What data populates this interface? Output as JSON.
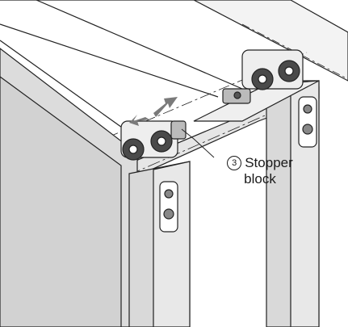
{
  "callout": {
    "number": "3",
    "label_line1": "Stopper",
    "label_line2": "block"
  },
  "colors": {
    "line": "#222222",
    "shade": "#d9d9d9",
    "roller": "#4a4a4a",
    "arrow": "#7a7a7a"
  }
}
